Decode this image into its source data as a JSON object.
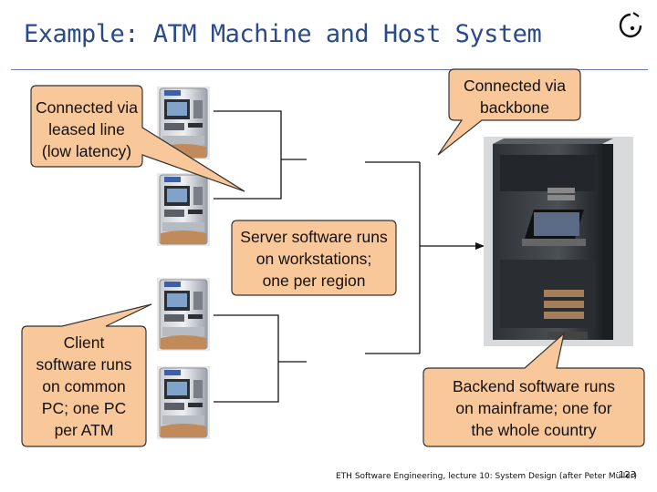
{
  "title": "Example: ATM Machine and Host System",
  "callouts": {
    "leased_line": "Connected via\nleased line\n(low latency)",
    "backbone": "Connected via\nbackbone",
    "server": "Server software runs\non workstations;\none per region",
    "client": "Client\nsoftware runs\non common\nPC; one PC\nper ATM",
    "backend": "Backend software runs\non mainframe; one for\nthe whole country"
  },
  "footer": {
    "text": "ETH Software Engineering, lecture 10: System Design (after Peter Müller)",
    "page": "123"
  },
  "colors": {
    "title": "#2a4a8a",
    "callout_fill": "#f8c79a",
    "callout_stroke": "#333333",
    "line": "#111111"
  },
  "icons": [
    "eth-logo-icon",
    "atm-icon",
    "server-tower-icon",
    "mainframe-rack-icon"
  ]
}
